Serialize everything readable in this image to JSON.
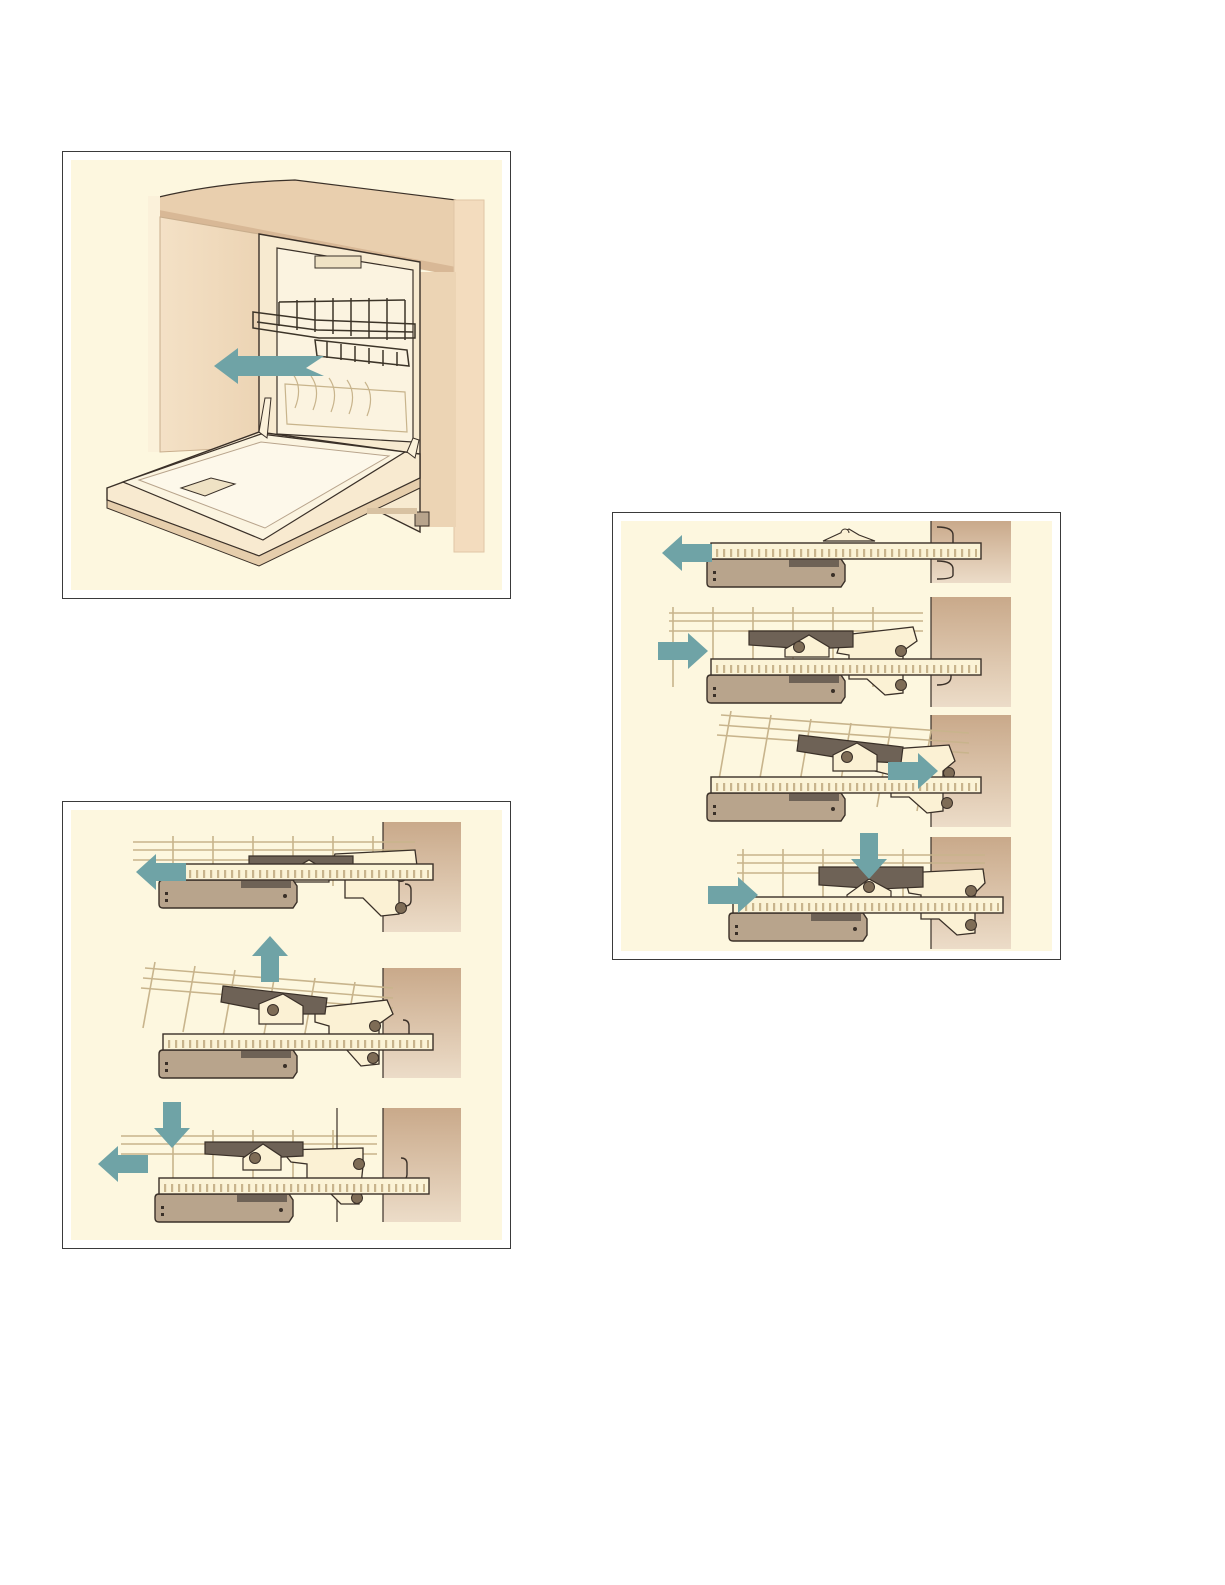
{
  "colors": {
    "panel_border": "#3a3a3a",
    "panel_background": "#fdf7df",
    "arrow": "#6fa3a6",
    "cabinet": "#f0dcc0",
    "wall": "#d4b89c",
    "rail": "#fbf3d6",
    "rail_slot": "#c8b48c",
    "roller_housing": "#b8a48c",
    "lever": "#6e6256",
    "bracket": "#fbf1d4",
    "rack_wire": "#3c3428"
  },
  "icons": [
    "arrow-left-icon",
    "arrow-right-icon",
    "arrow-up-icon",
    "arrow-down-icon"
  ],
  "figures": [
    {
      "id": "figure-dishwasher-remove-rack",
      "arrows": [
        "left"
      ]
    },
    {
      "id": "figure-remove-rack-steps",
      "steps": [
        {
          "arrows": [
            "left"
          ]
        },
        {
          "arrows": [
            "up"
          ]
        },
        {
          "arrows": [
            "down",
            "left"
          ]
        }
      ]
    },
    {
      "id": "figure-install-rack-steps",
      "steps": [
        {
          "arrows": [
            "left"
          ]
        },
        {
          "arrows": [
            "right"
          ]
        },
        {
          "arrows": [
            "right"
          ]
        },
        {
          "arrows": [
            "down",
            "right"
          ]
        }
      ]
    }
  ]
}
